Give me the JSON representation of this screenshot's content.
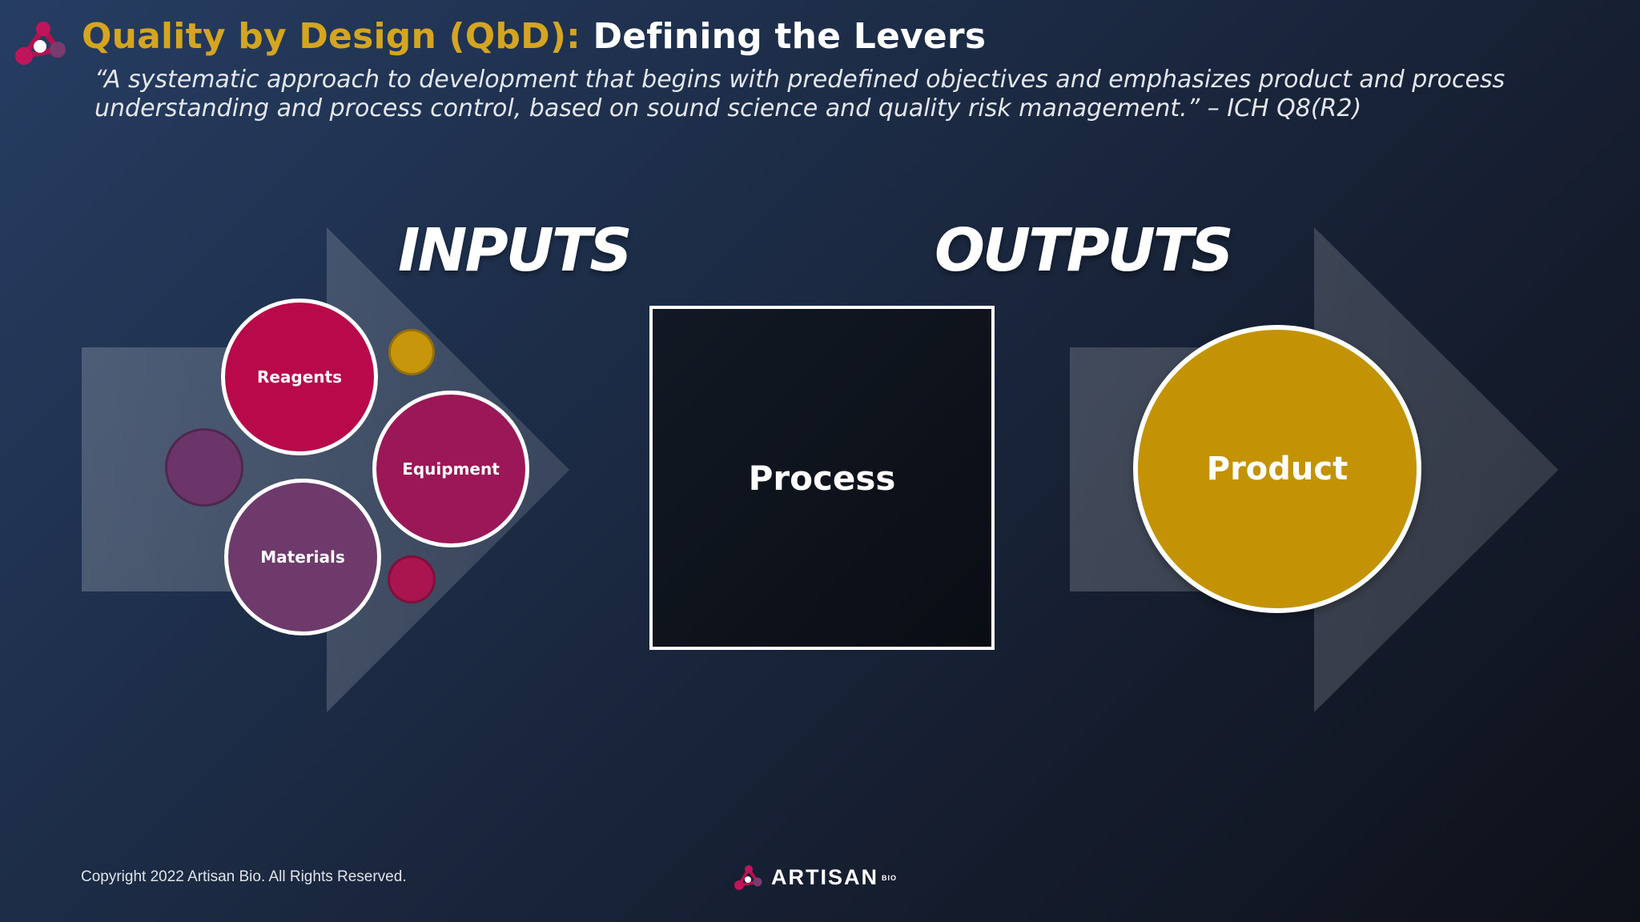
{
  "slide": {
    "title_accent": "Quality by Design (QbD):",
    "title_rest": "Defining the Levers",
    "quote": "“A systematic approach to development that begins with predefined objectives and emphasizes product and process understanding and process control, based on sound science and quality risk management.” – ICH Q8(R2)"
  },
  "diagram": {
    "inputs_heading": "INPUTS",
    "outputs_heading": "OUTPUTS",
    "inputs": [
      "Reagents",
      "Equipment",
      "Materials"
    ],
    "process_label": "Process",
    "output_label": "Product"
  },
  "colors": {
    "title_accent": "#d4a520",
    "reagents": "#b80a4b",
    "equipment": "#9c1757",
    "materials": "#6e3a6c",
    "product": "#c39305",
    "process_box": "#0d121b"
  },
  "footer": {
    "copyright": "Copyright 2022 Artisan Bio. All Rights Reserved.",
    "brand_name": "ARTISAN",
    "brand_sub": "BIO"
  }
}
